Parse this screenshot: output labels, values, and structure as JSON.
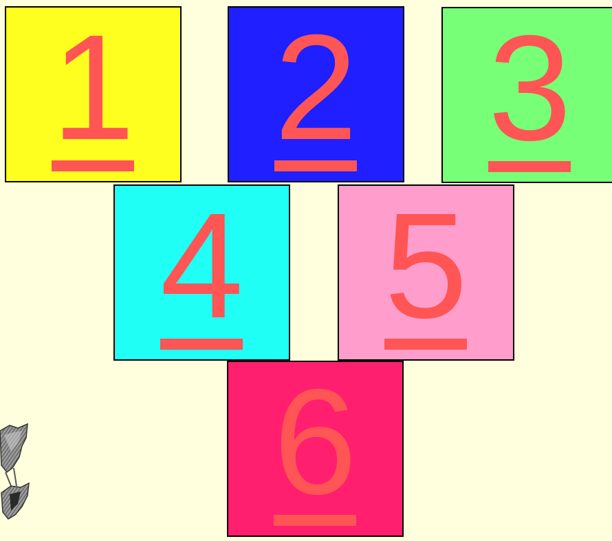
{
  "tiles": [
    {
      "label": "1",
      "color": "#FFFF1F"
    },
    {
      "label": "2",
      "color": "#1F1FFF"
    },
    {
      "label": "3",
      "color": "#77FF77"
    },
    {
      "label": "4",
      "color": "#1FFFF5"
    },
    {
      "label": "5",
      "color": "#FF9ECC"
    },
    {
      "label": "6",
      "color": "#FF1F6E"
    }
  ],
  "text_color": "#FF5555",
  "background_color": "#FFFFDD",
  "decoration": {
    "icon": "grey-sketch-clipart-icon"
  }
}
